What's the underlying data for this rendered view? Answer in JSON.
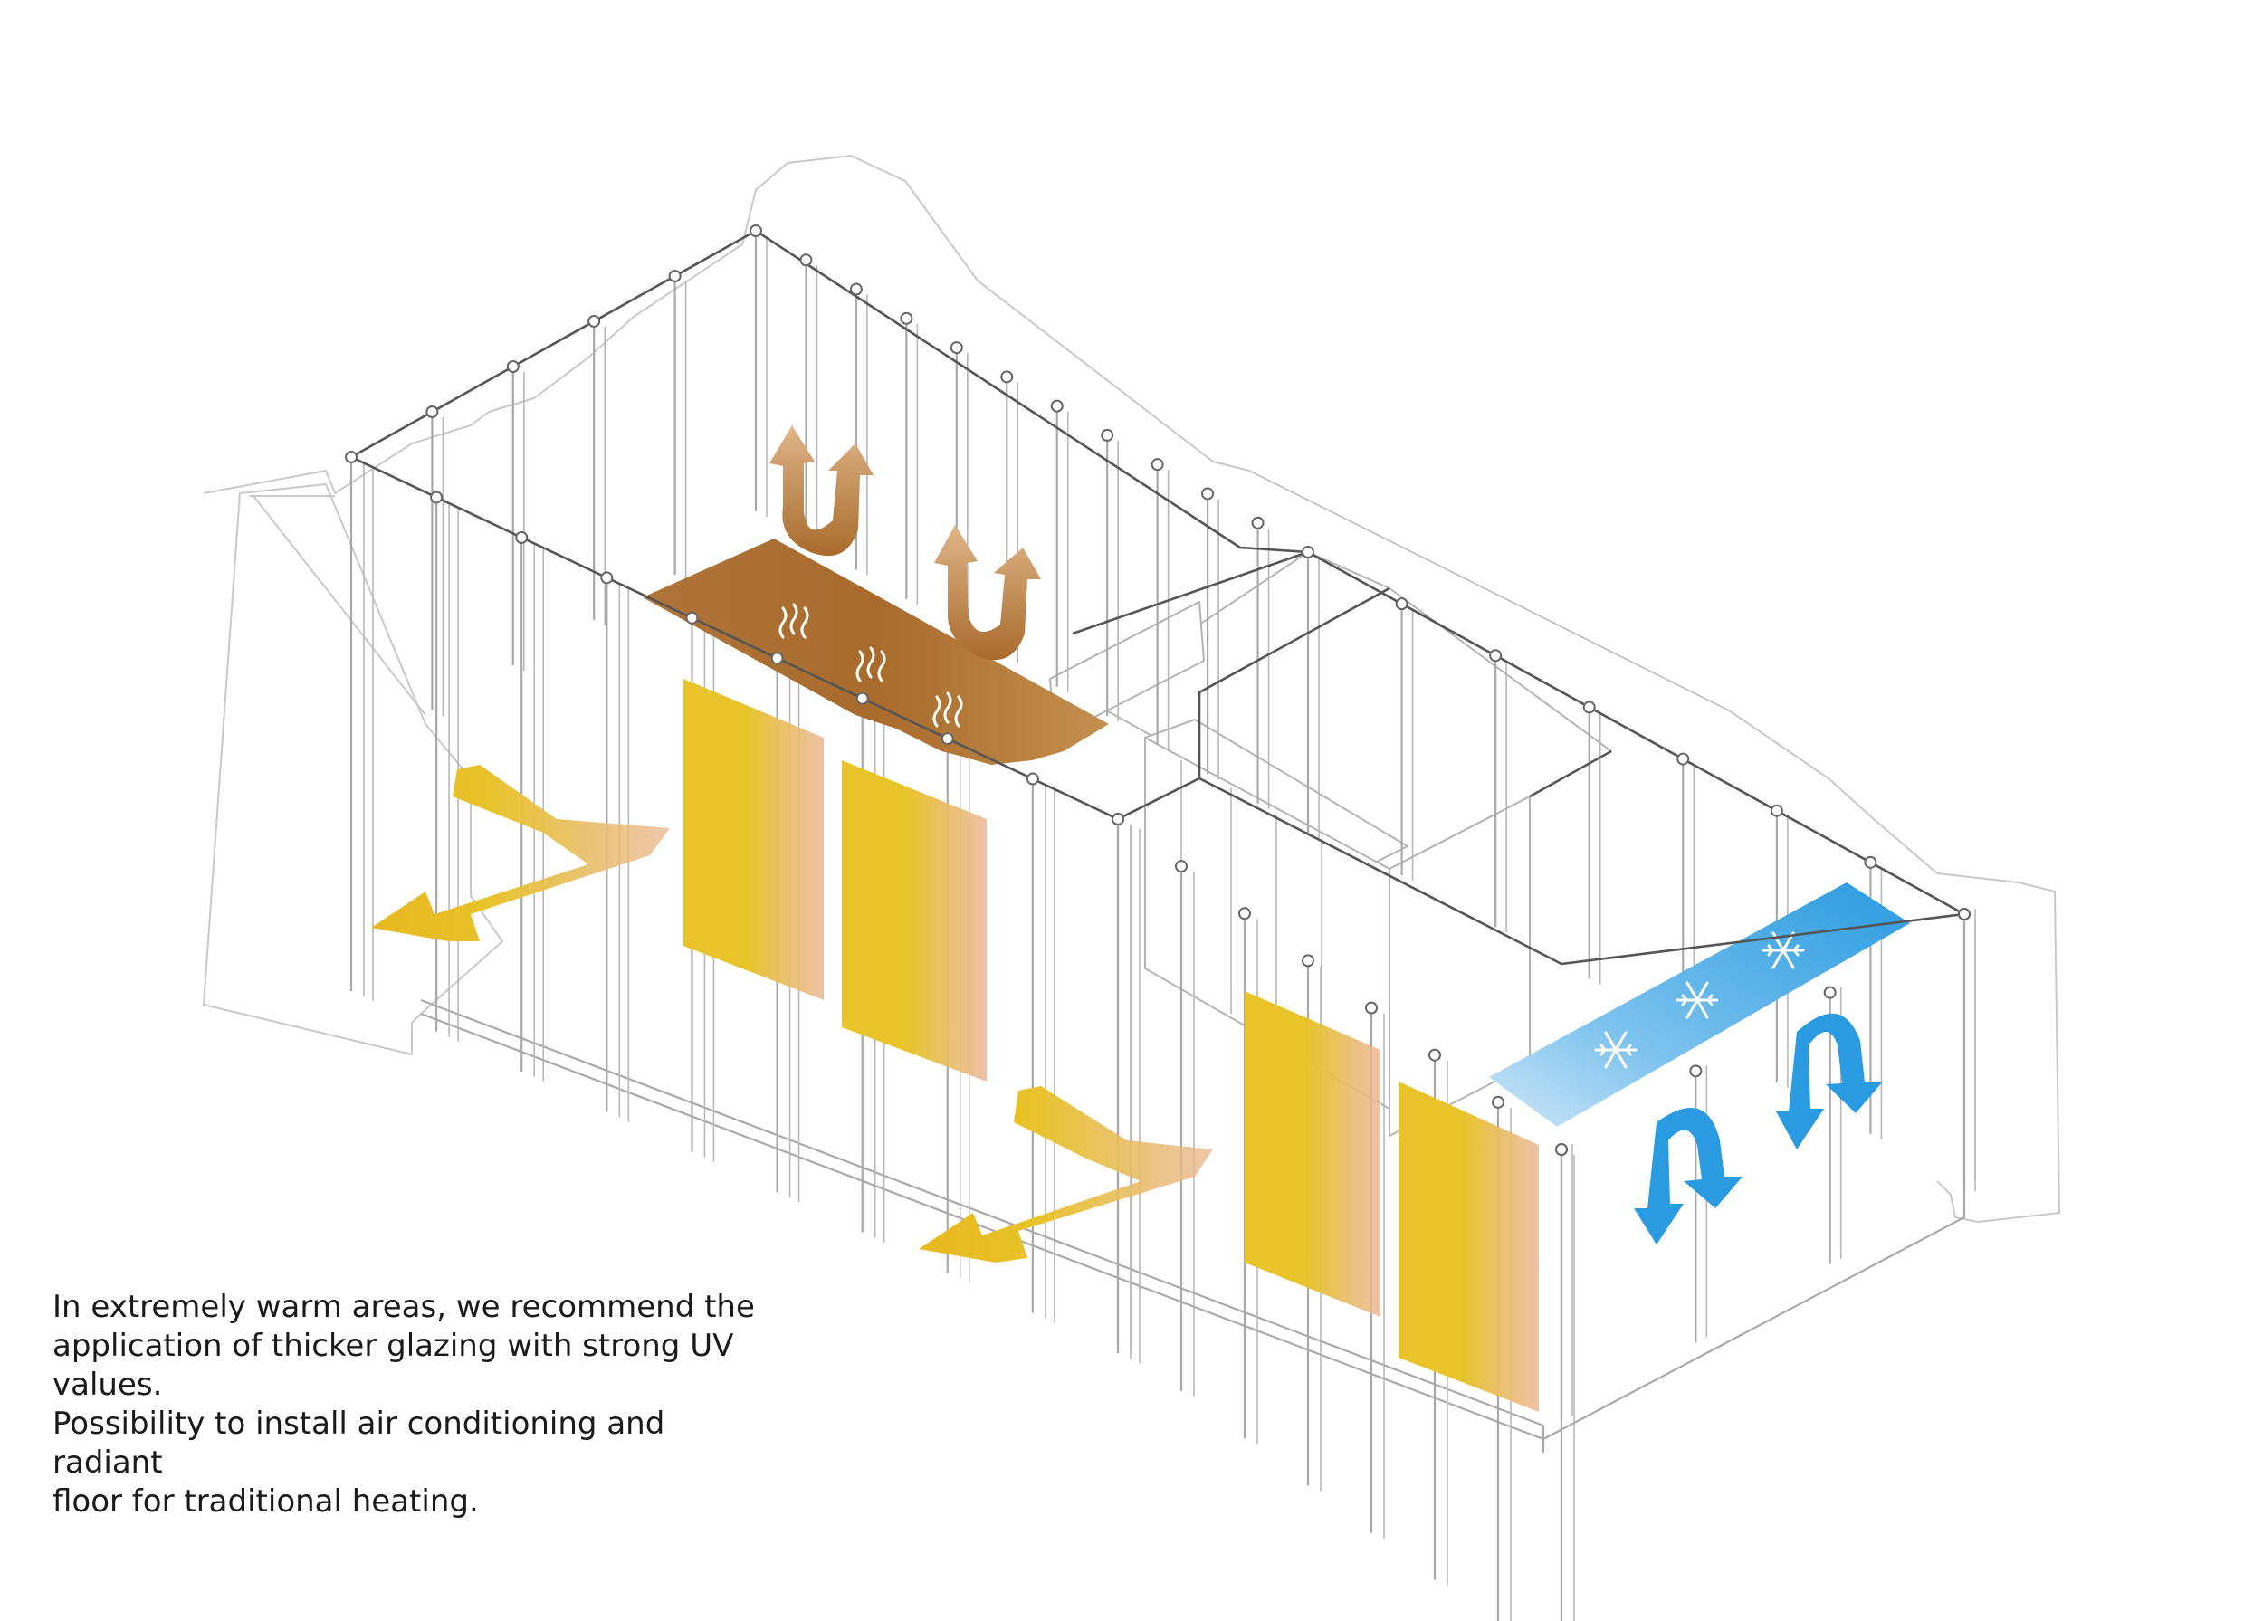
{
  "caption": {
    "line1": "In extremely warm areas, we recommend the",
    "line2": "application of thicker glazing with strong UV",
    "line3": "values.",
    "line4": "Possibility to install air conditioning and radiant",
    "line5": "floor for traditional heating."
  },
  "colors": {
    "heater": "#a86b2c",
    "heater_light": "#d9a566",
    "sun": "#e8c32a",
    "sun_fade": "#e9b896",
    "cool": "#2a9be0",
    "cool_light": "#bfe0f6",
    "frame": "#a9a9a9"
  },
  "icons": [
    "heat-squiggle-icon",
    "snowflake-icon",
    "arrow-icon"
  ]
}
